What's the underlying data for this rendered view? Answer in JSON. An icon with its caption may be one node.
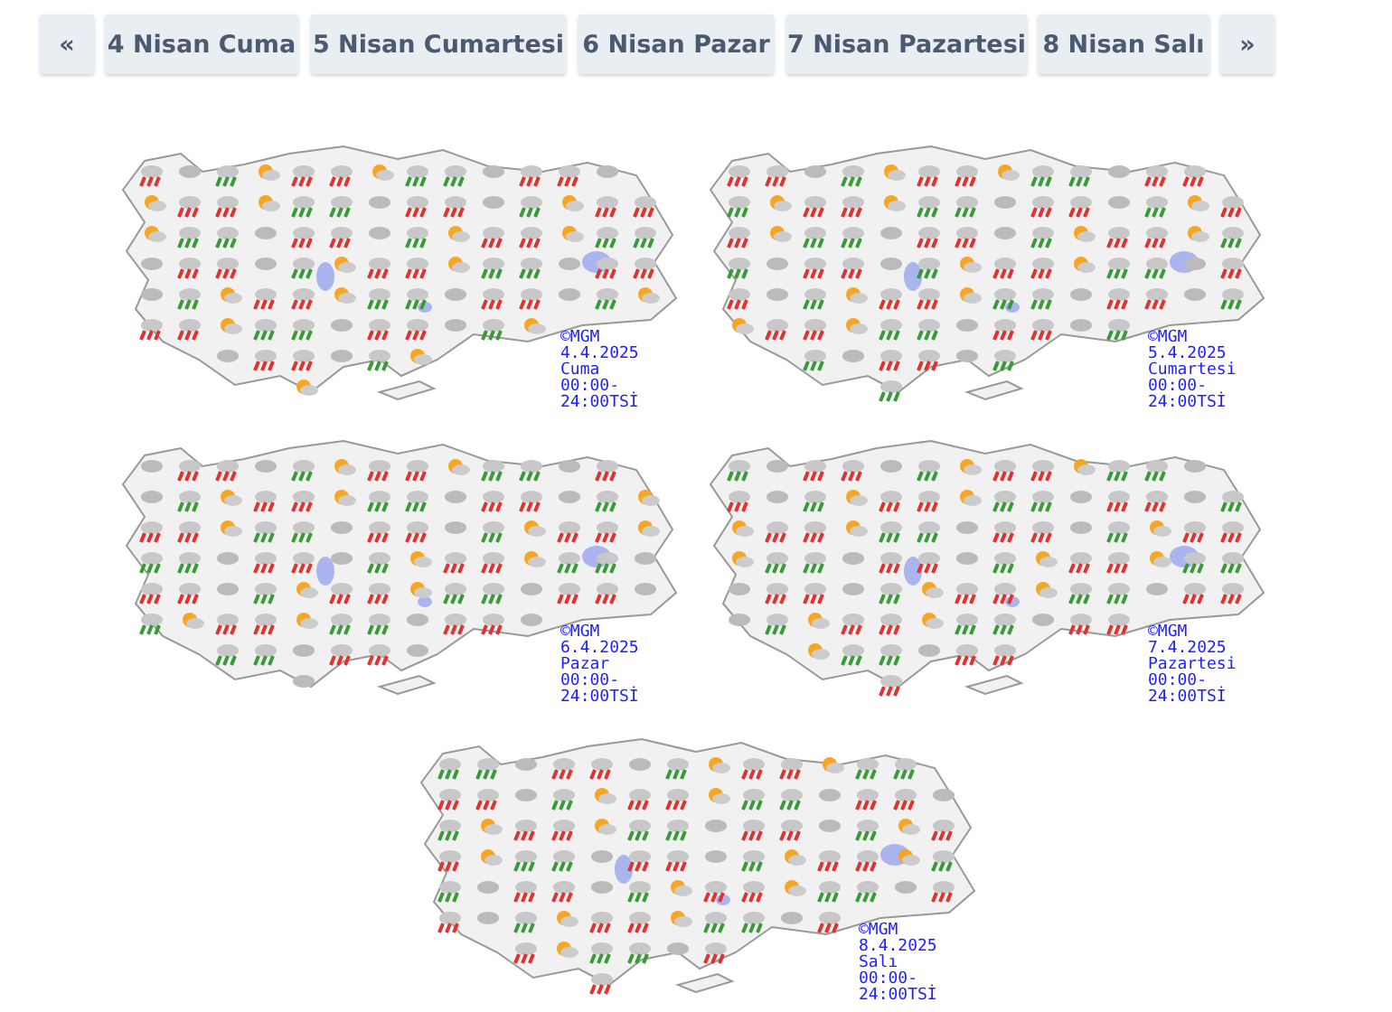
{
  "diagram": {
    "nodes": [
      {
        "text": [
          "«"
        ]
      },
      {
        "text": [
          "4 Nisan Cuma"
        ]
      },
      {
        "text": [
          "5 Nisan Cumartesi"
        ]
      },
      {
        "text": [
          "6 Nisan Pazar"
        ]
      },
      {
        "text": [
          "7 Nisan Pazartesi"
        ]
      },
      {
        "text": [
          "8 Nisan Salı"
        ]
      },
      {
        "text": [
          "»"
        ]
      },
      {
        "text": [
          "©MGM 4.4.2025 Cuma 00:00-24:00TSİ"
        ]
      },
      {
        "text": [
          "©MGM 5.4.2025 Cumartesi 00:00-24:00TSİ"
        ]
      },
      {
        "text": [
          "©MGM 6.4.2025 Pazar 00:00-24:00TSİ"
        ]
      },
      {
        "text": [
          "©MGM 7.4.2025 Pazartesi 00:00-24:00TSİ"
        ]
      },
      {
        "text": [
          "©MGM 8.4.2025 Salı 00:00-24:00TSİ"
        ]
      }
    ]
  }
}
